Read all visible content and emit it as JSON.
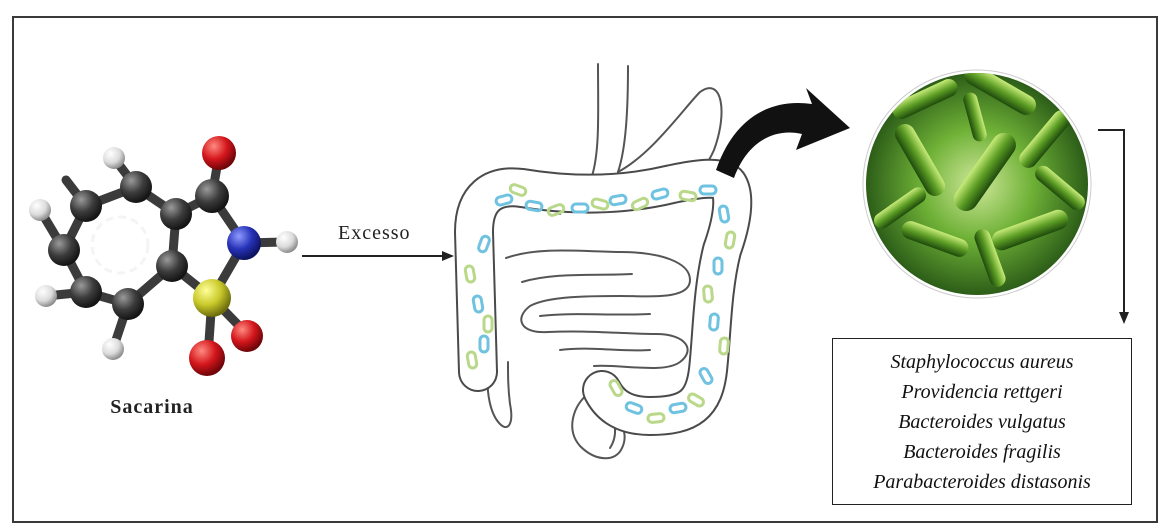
{
  "molecule": {
    "label": "Sacarina"
  },
  "arrow_label": "Excesso",
  "bacteria_list": [
    "Staphylococcus aureus",
    "Providencia rettgeri",
    "Bacteroides vulgatus",
    "Bacteroides fragilis",
    "Parabacteroides distasonis"
  ],
  "colors": {
    "carbon": "#3c3c3c",
    "hydrogen": "#e8e8e8",
    "oxygen": "#d4161c",
    "nitrogen": "#2733b8",
    "sulfur": "#c9c92a",
    "bacteria_blue": "#6fc3e0",
    "bacteria_green": "#b9d88a",
    "microbe_field": "#5aa02c"
  }
}
